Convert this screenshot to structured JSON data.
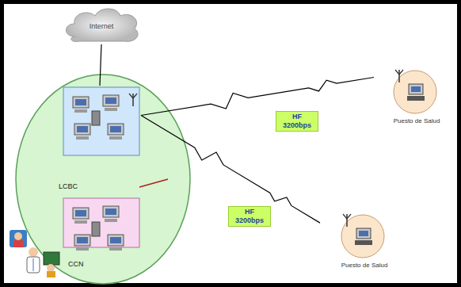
{
  "diagram": {
    "nodes": [
      {
        "text": [
          "Internet"
        ]
      },
      {
        "text": [
          "LCBC"
        ]
      },
      {
        "text": [
          "CCN"
        ]
      },
      {
        "text": [
          "Puesto de Salud"
        ]
      },
      {
        "text": [
          "Puesto de Salud"
        ]
      }
    ],
    "edges": [
      {
        "from": 0,
        "to": 1,
        "arrow": "none"
      },
      {
        "from": 1,
        "to": 3,
        "label": "HF 3200bps",
        "arrow": "none"
      },
      {
        "from": 1,
        "to": 4,
        "label": "HF 3200bps",
        "arrow": "none"
      }
    ]
  }
}
